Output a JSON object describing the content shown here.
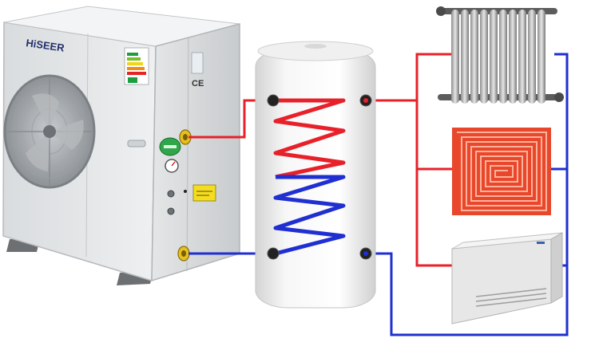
{
  "heat_pump": {
    "brand_logo": "HiSEER",
    "ce_mark": "CE",
    "button_icon": "power-button-icon"
  },
  "colors": {
    "hot_line": "#e8202a",
    "cold_line": "#1f2fd1",
    "tank": "#f4f4f4",
    "floor_heating": "#e8472c"
  },
  "components": [
    {
      "name": "heat-pump",
      "icon": "air-source-heat-pump-icon"
    },
    {
      "name": "storage-tank",
      "icon": "hot-water-cylinder-icon"
    },
    {
      "name": "radiator",
      "icon": "radiator-icon"
    },
    {
      "name": "underfloor-heating",
      "icon": "underfloor-heating-icon"
    },
    {
      "name": "fan-convector",
      "icon": "fan-coil-unit-icon"
    }
  ]
}
